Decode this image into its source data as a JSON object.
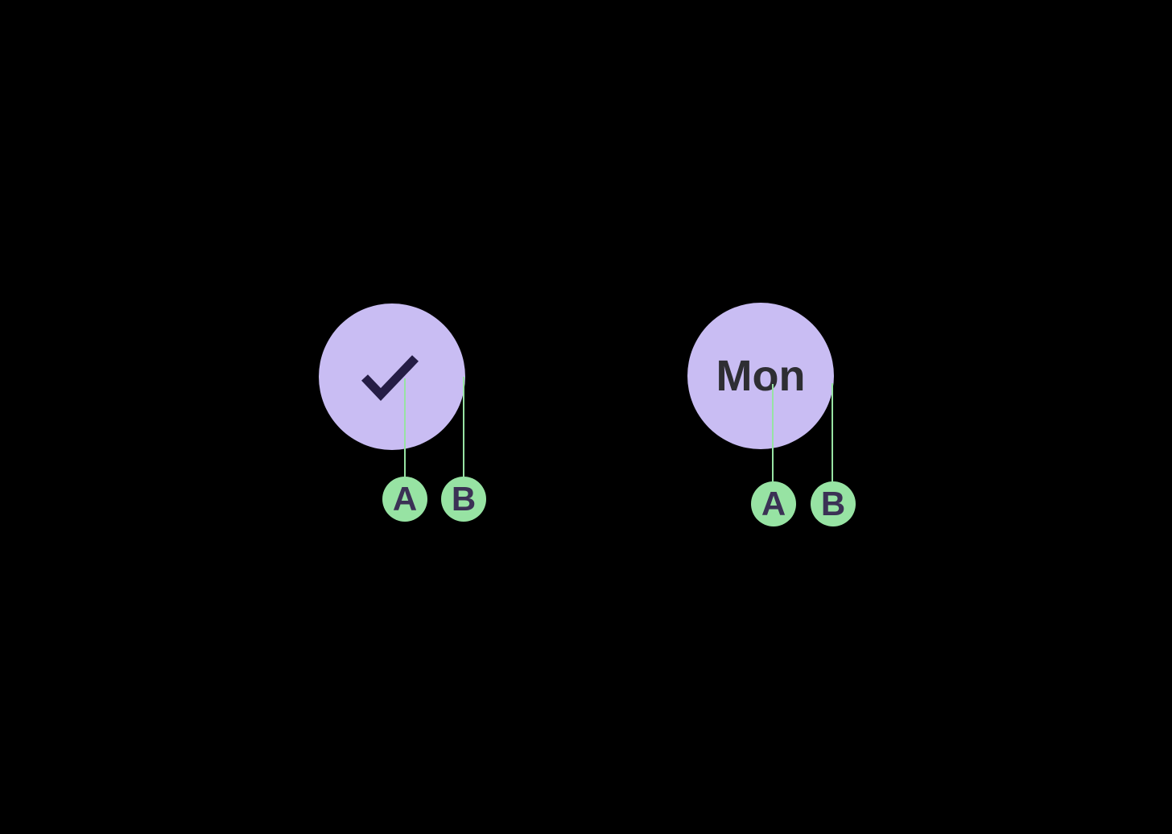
{
  "colors": {
    "background": "#000000",
    "lavender": "#c9bdf3",
    "checkmark": "#251d45",
    "mint": "#97e3a3",
    "line-green": "#97e3a3",
    "letter": "#3b3155",
    "day-text": "#2e2e33"
  },
  "groups": [
    {
      "name": "checked-day-node",
      "icon": "checkmark",
      "label": "",
      "anchors": [
        {
          "label": "A"
        },
        {
          "label": "B"
        }
      ]
    },
    {
      "name": "mon-day-node",
      "icon": "none",
      "label": "Mon",
      "anchors": [
        {
          "label": "A"
        },
        {
          "label": "B"
        }
      ]
    }
  ]
}
